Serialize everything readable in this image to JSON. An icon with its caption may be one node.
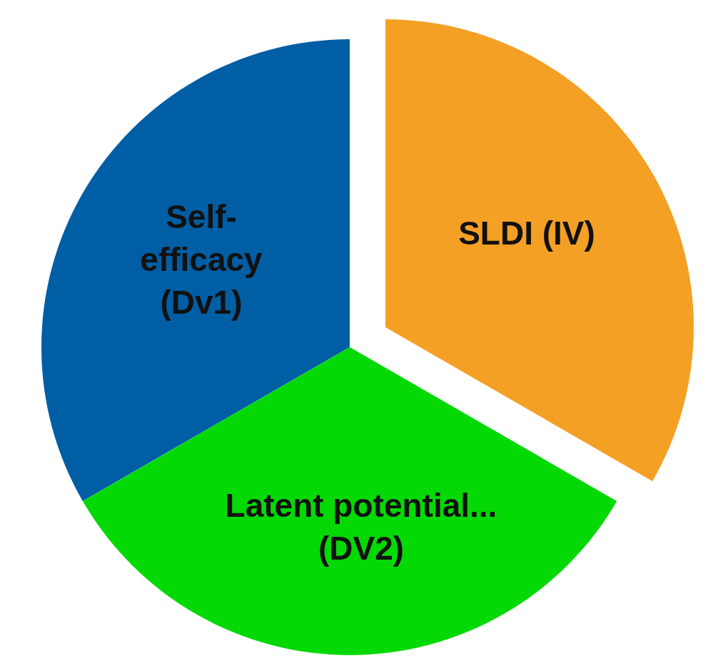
{
  "diagram": {
    "nodes": [
      {
        "text": [
          "Self-efficacy (Dv1)"
        ]
      },
      {
        "text": [
          "SLDI (IV)"
        ]
      },
      {
        "text": [
          "Latent potential...(DV2)"
        ]
      }
    ]
  }
}
